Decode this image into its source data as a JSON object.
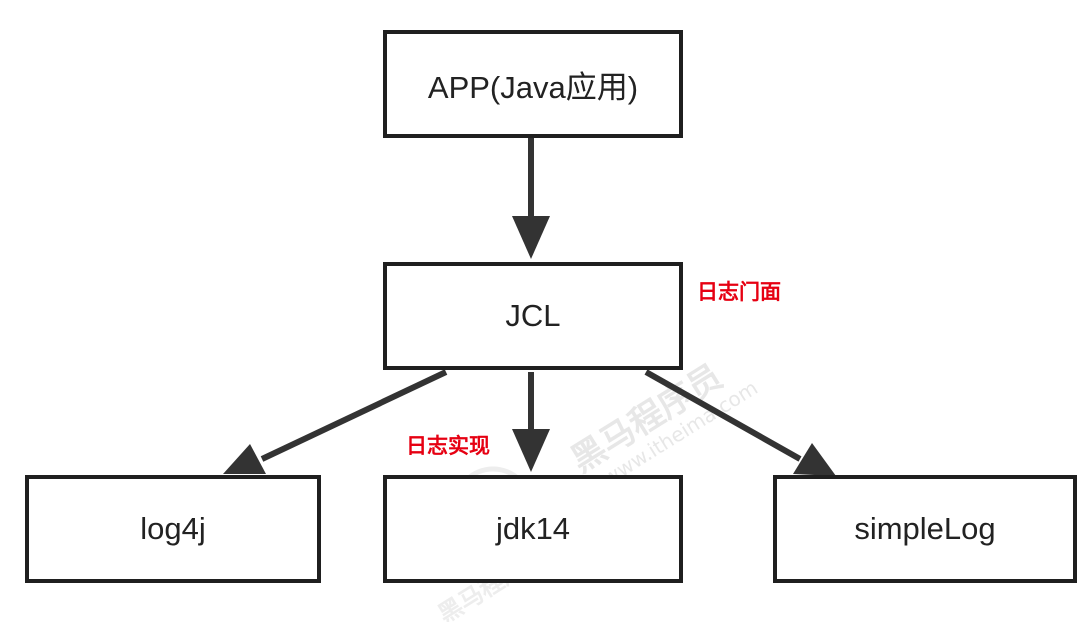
{
  "diagram": {
    "nodes": {
      "app": "APP(Java应用)",
      "jcl": "JCL",
      "log4j": "log4j",
      "jdk14": "jdk14",
      "simple_log": "simpleLog"
    },
    "annotations": {
      "facade": "日志门面",
      "implementation": "日志实现"
    },
    "edges": [
      {
        "from": "app",
        "to": "jcl"
      },
      {
        "from": "jcl",
        "to": "log4j"
      },
      {
        "from": "jcl",
        "to": "jdk14"
      },
      {
        "from": "jcl",
        "to": "simple_log"
      }
    ]
  },
  "watermark": {
    "brand": "黑马程序员",
    "url": "www.itheima.com"
  },
  "colors": {
    "annotation": "#e60012",
    "line": "#333333",
    "border": "#1f1f1f",
    "text": "#222222"
  }
}
